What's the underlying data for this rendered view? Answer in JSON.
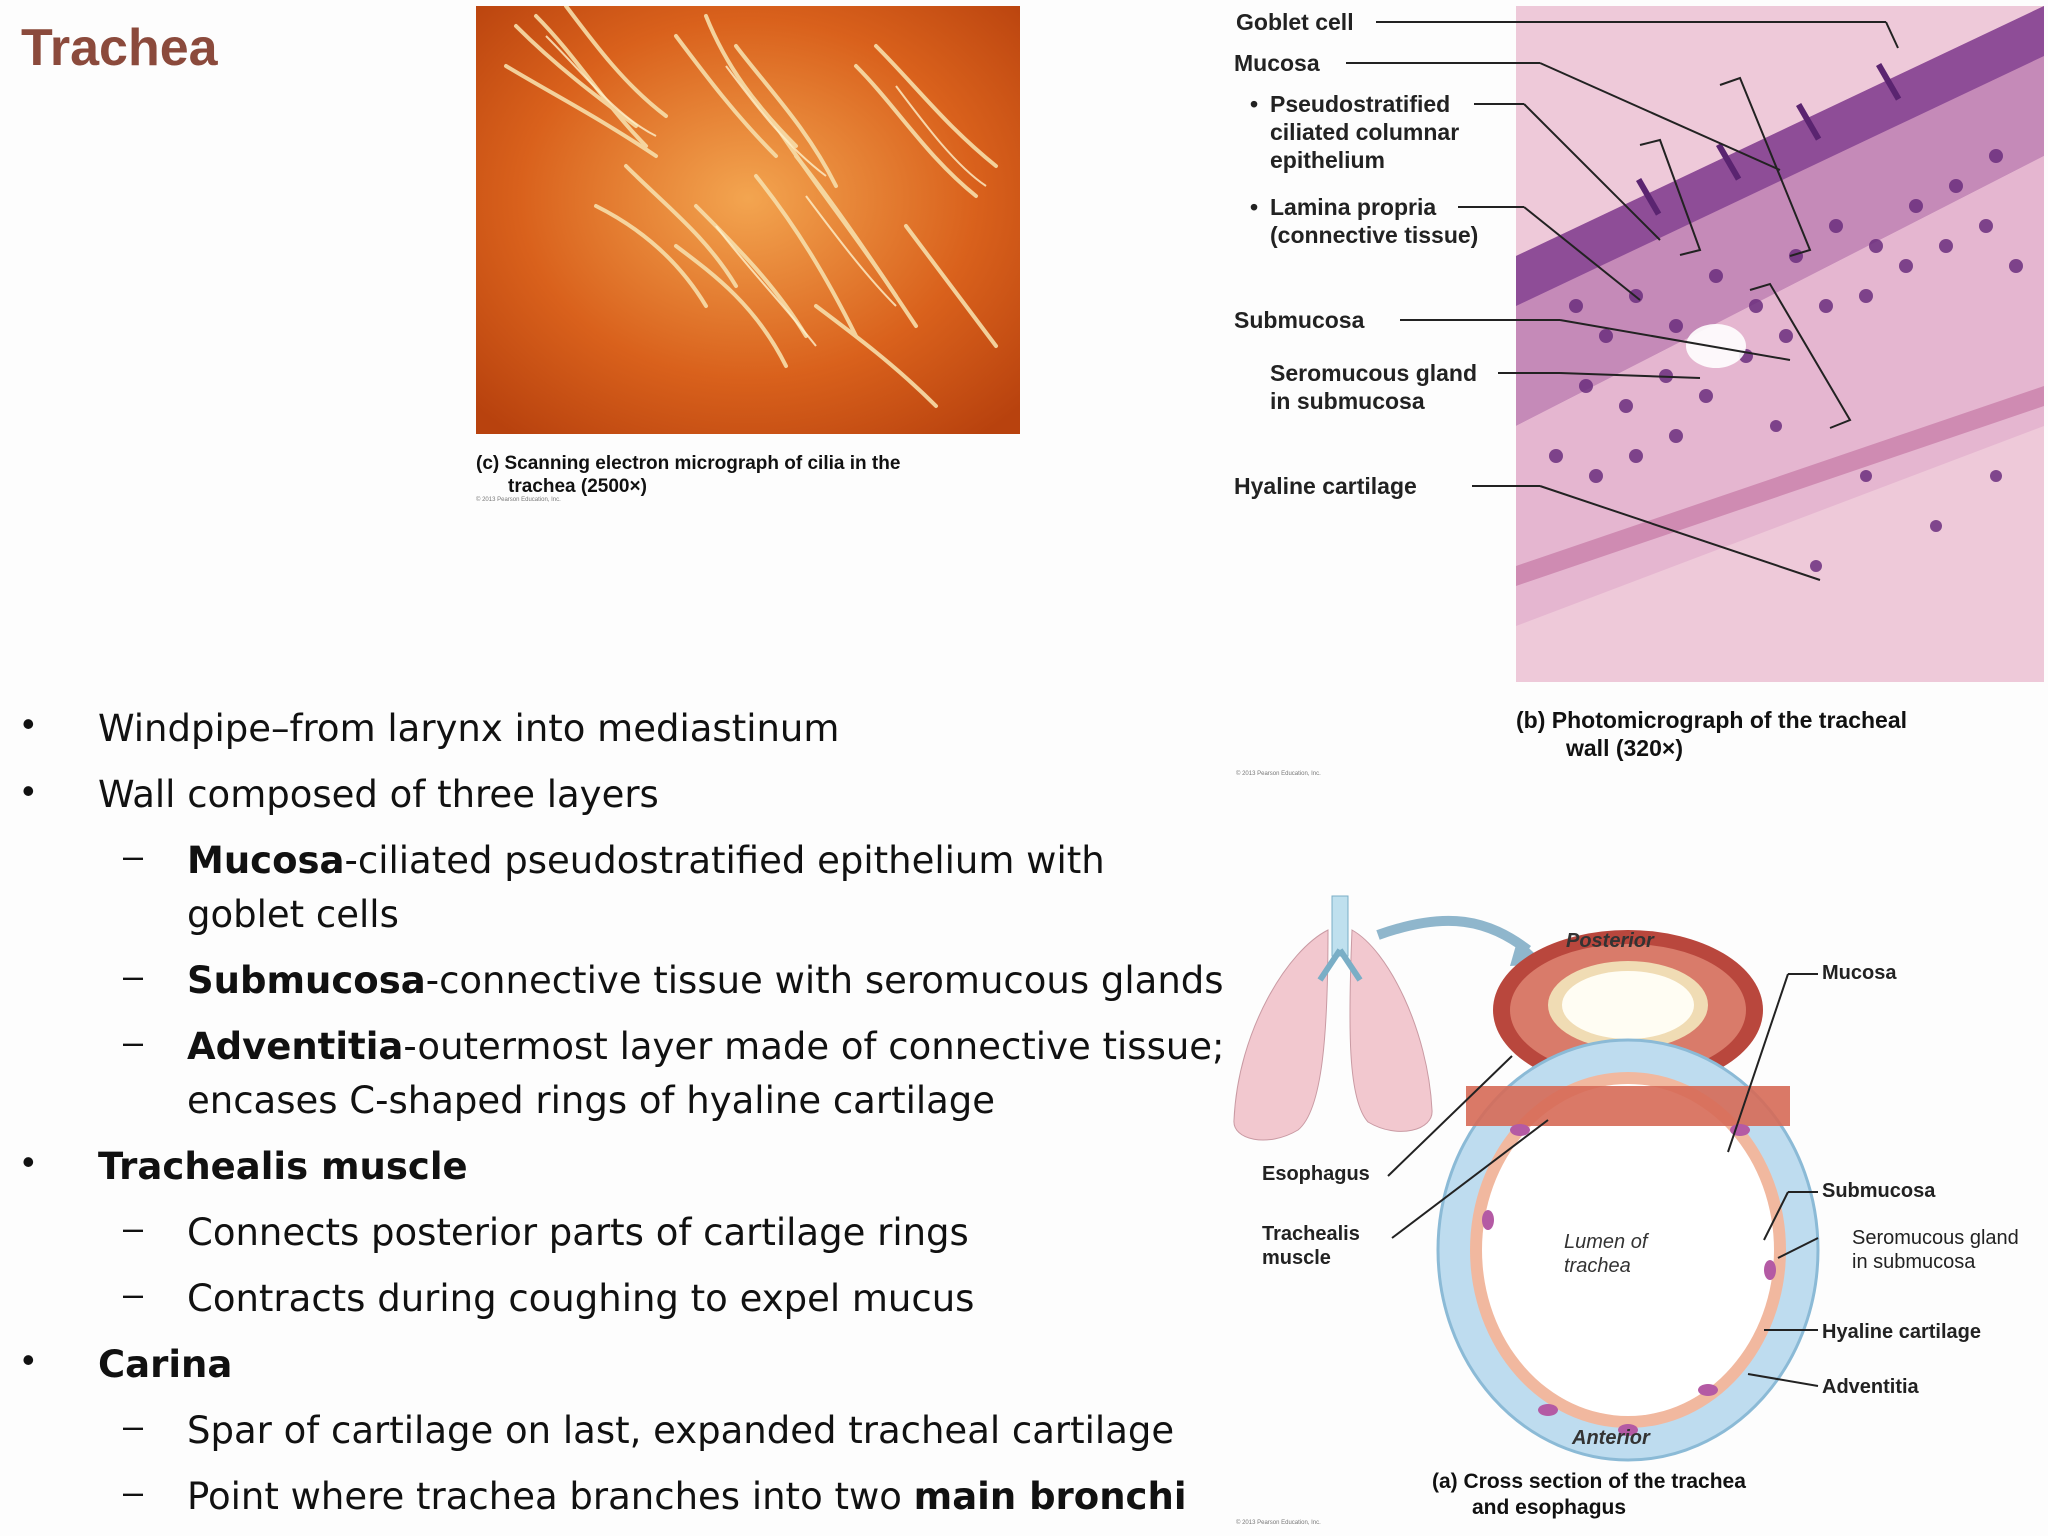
{
  "slide": {
    "title": "Trachea"
  },
  "sem_figure": {
    "caption_line1": "(c) Scanning electron micrograph of cilia in the",
    "caption_line2": "trachea (2500×)",
    "copyright": "© 2013 Pearson Education, Inc."
  },
  "photo_figure": {
    "labels": {
      "goblet": "Goblet cell",
      "mucosa": "Mucosa",
      "pseudo1": "Pseudostratified",
      "pseudo2": "ciliated columnar",
      "pseudo3": "epithelium",
      "lamina1": "Lamina propria",
      "lamina2": "(connective tissue)",
      "submucosa": "Submucosa",
      "gland1": "Seromucous gland",
      "gland2": "in submucosa",
      "hyaline": "Hyaline cartilage"
    },
    "caption_line1": "(b) Photomicrograph of the tracheal",
    "caption_line2": "wall (320×)",
    "copyright": "© 2013 Pearson Education, Inc."
  },
  "bullets": {
    "b1": "Windpipe–from larynx into mediastinum",
    "b2": "Wall composed of three layers",
    "s1_bold": "Mucosa",
    "s1_rest": "-ciliated pseudostratified epithelium with",
    "s1_cont": "goblet cells",
    "s2_bold": "Submucosa",
    "s2_rest": "-connective tissue with seromucous glands",
    "s3_bold": "Adventitia",
    "s3_rest": "-outermost layer made of connective tissue;",
    "s3_cont": "encases C-shaped rings of hyaline cartilage",
    "b3": "Trachealis muscle",
    "s4": "Connects posterior parts of cartilage rings",
    "s5": "Contracts during coughing to expel mucus",
    "b4": "Carina",
    "s6": "Spar of cartilage on last, expanded tracheal cartilage",
    "s7_pre": "Point where trachea branches into two ",
    "s7_bold": "main bronchi",
    "bullet_char": "•",
    "dash_char": "–"
  },
  "cross_section": {
    "posterior": "Posterior",
    "anterior": "Anterior",
    "mucosa": "Mucosa",
    "esophagus": "Esophagus",
    "trachealis1": "Trachealis",
    "trachealis2": "muscle",
    "lumen1": "Lumen of",
    "lumen2": "trachea",
    "submucosa": "Submucosa",
    "gland1": "Seromucous gland",
    "gland2": "in submucosa",
    "hyaline": "Hyaline cartilage",
    "adventitia": "Adventitia",
    "caption_line1": "(a) Cross section of the trachea",
    "caption_line2": "and esophagus",
    "copyright": "© 2013 Pearson Education, Inc."
  }
}
